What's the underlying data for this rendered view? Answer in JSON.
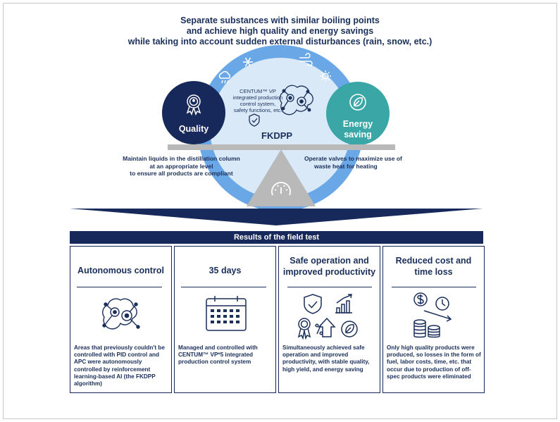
{
  "headline": {
    "line1": "Separate substances with similar boiling points",
    "line2": "and achieve high quality and energy savings",
    "line3": "while taking into account sudden external disturbances (rain, snow, etc.)"
  },
  "diagram": {
    "quality_label": "Quality",
    "energy_label_1": "Energy",
    "energy_label_2": "saving",
    "system_line1": "CENTUM™  VP",
    "system_line2": "integrated production",
    "system_line3": "control system,",
    "system_line4": "safety functions, etc.",
    "center_label": "FKDPP",
    "left_note_1": "Maintain liquids in the distillation column",
    "left_note_2": "at an appropriate level",
    "left_note_3": "to ensure all products are compliant",
    "right_note_1": "Operate valves to maximize use of",
    "right_note_2": "waste heat for heating",
    "colors": {
      "navy": "#17285a",
      "teal": "#3aa6a6",
      "light_blue": "#7db3e8",
      "gray": "#b9b9b9"
    }
  },
  "results": {
    "title": "Results of the field test",
    "cards": [
      {
        "title": "Autonomous control",
        "body": "Areas that previously couldn't be controlled with PID control and APC  were autonomously controlled by reinforcement learning-based AI (the FKDPP algorithm)",
        "icon": "ai-brain-icon"
      },
      {
        "title": "35 days",
        "body": "Managed and controlled with CENTUM™ VP*5 integrated production control system",
        "icon": "calendar-icon"
      },
      {
        "title_line1": "Safe operation and",
        "title_line2": "improved productivity",
        "body": "Simultaneously achieved safe operation and improved productivity, with stable quality, high yield, and energy saving",
        "icon": "shield-chart-award-leaf-icons"
      },
      {
        "title_line1": "Reduced cost and",
        "title_line2": "time loss",
        "body": "Only high quality products were produced, so losses in the form of fuel, labor costs, time, etc. that occur due to production of off-spec products were eliminated",
        "icon": "coins-clock-icon"
      }
    ]
  }
}
